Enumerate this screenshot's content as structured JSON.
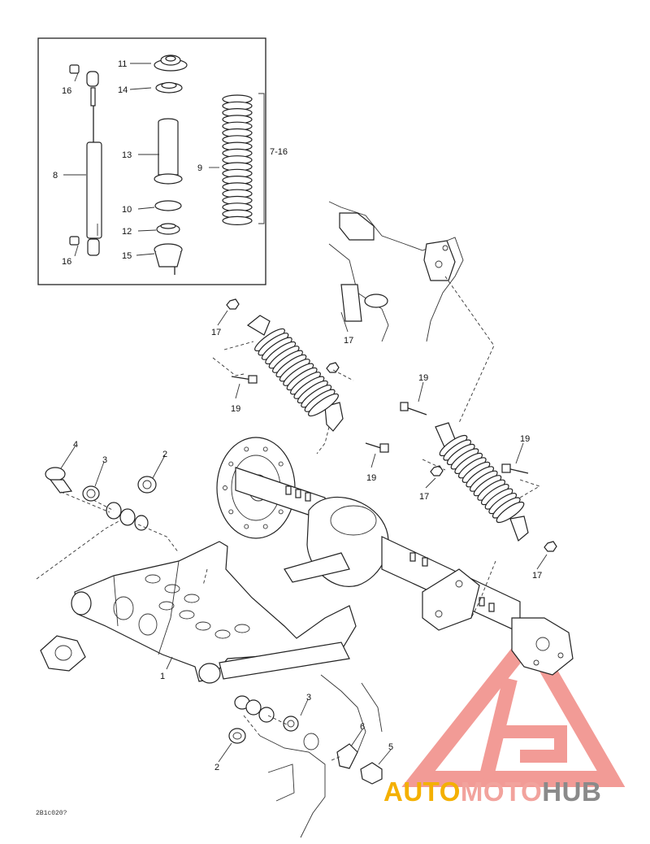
{
  "inset_callouts": [
    "11",
    "14",
    "16",
    "13",
    "8",
    "9",
    "7-16",
    "10",
    "12",
    "16",
    "15"
  ],
  "main_callouts": [
    "17",
    "17",
    "19",
    "19",
    "19",
    "19",
    "17",
    "17",
    "4",
    "3",
    "2",
    "1",
    "3",
    "6",
    "5",
    "2"
  ],
  "drawing_code": "2B1c020?",
  "watermark": {
    "part1": "AUTO",
    "part2": "MOTO",
    "part3": "HUB",
    "colors": {
      "auto": "#f4b000",
      "moto": "#f2a39d",
      "hub": "#8a8a8a",
      "logo": "#f08a84"
    }
  }
}
